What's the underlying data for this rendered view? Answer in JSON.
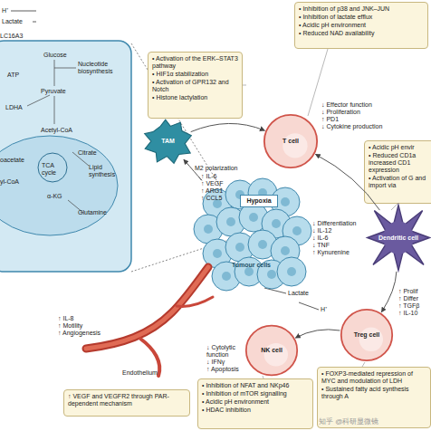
{
  "diagram": {
    "nodes": [
      {
        "text": [
          "Glucose",
          "ATP",
          "Nucleotide biosynthesis",
          "Pyruvate",
          "LDHA",
          "Acetyl-CoA",
          "oacetate",
          "TCA cycle",
          "Citrate",
          "Lipid synthesis",
          "yl-CoA",
          "α-KG",
          "Glutamine"
        ]
      },
      {
        "text": [
          "• Activation of the ERK–STAT3 pathway",
          "• HIF1α stabilization",
          "• Activation of GPR132 and Notch",
          "• Histone lactylation"
        ]
      },
      {
        "text": [
          "TAM"
        ]
      },
      {
        "text": [
          "Tumour cells"
        ]
      },
      {
        "text": [
          "Hypoxia"
        ],
        "in": 3
      },
      {
        "text": [
          "• Inhibition of p38 and JNK–JUN",
          "• Inhibition of lactate efflux",
          "• Acidic pH environment",
          "• Reduced NAD availability"
        ]
      },
      {
        "text": [
          "T cell"
        ]
      },
      {
        "text": [
          "• Acidic pH envir",
          "• Reduced CD1a increased CD1 expression",
          "• Activation of G and import via"
        ]
      },
      {
        "text": [
          "Dendritic cell"
        ]
      },
      {
        "text": [
          "Treg cell"
        ]
      },
      {
        "text": [
          "• FOXP3-mediated repression of MYC and modulation of LDH",
          "• Sustained fatty acid synthesis through A"
        ]
      },
      {
        "text": [
          "NK cell"
        ]
      },
      {
        "text": [
          "• Inhibition of NFAT and NKp46",
          "• Inhibition of mTOR signalling",
          "• Acidic pH environment",
          "• HDAC inhibition"
        ]
      },
      {
        "text": [
          "Endothelium"
        ]
      },
      {
        "text": [
          "↑ VEGF and VEGFR2 through PAR-dependent mechanism"
        ]
      }
    ],
    "edges": [
      {
        "from": 3,
        "to": 2,
        "arrow": "to"
      },
      {
        "from": 2,
        "to": 6,
        "arrow": "to"
      },
      {
        "from": 8,
        "to": 6,
        "arrow": "to"
      },
      {
        "from": 8,
        "to": 9,
        "arrow": "to"
      },
      {
        "from": 9,
        "to": 11,
        "arrow": "to"
      }
    ],
    "labels": [
      "H⁺",
      "Lactate",
      "LC16A3",
      "M2 polarization",
      "↑ IL-6",
      "↑ VEGF",
      "↑ ARG1",
      "↑ CCL5",
      "↓ Effector function",
      "↓ Proliferation",
      "↑ PD1",
      "↓ Cytokine production",
      "↓ Differentiation",
      "↓ IL-12",
      "↓ IL-6",
      "↓ TNF",
      "↑ Kynurenine",
      "Lactate",
      "H⁺",
      "↑ Prolif",
      "↑ Differ",
      "↑ TGFβ",
      "↑ IL-10",
      "↓ Cytolytic function",
      "↓ IFNγ",
      "↑ Apoptosis",
      "↑ IL-8",
      "↑ Motility",
      "↑ Angiogenesis",
      "知乎 @科研显微镜"
    ]
  }
}
